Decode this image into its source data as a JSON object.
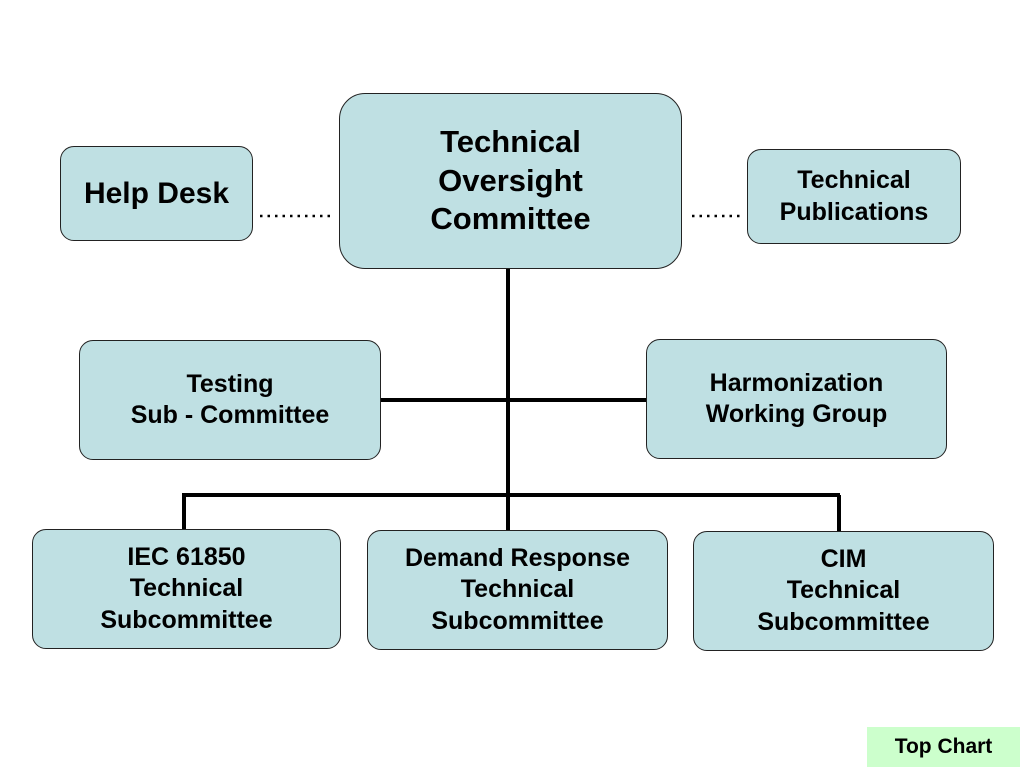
{
  "nodes": {
    "tech_oversight": "Technical\nOversight\nCommittee",
    "help_desk": "Help Desk",
    "tech_pubs": "Technical\nPublications",
    "testing": "Testing\nSub - Committee",
    "harmonization": "Harmonization\nWorking Group",
    "iec61850": "IEC 61850\nTechnical\nSubcommittee",
    "demand_response": "Demand Response\nTechnical\nSubcommittee",
    "cim": "CIM\nTechnical\nSubcommittee"
  },
  "nav": {
    "top_chart": "Top Chart"
  },
  "colors": {
    "node_fill": "#bfe0e3",
    "node_border": "#222222",
    "button_fill": "#ccffcc"
  }
}
